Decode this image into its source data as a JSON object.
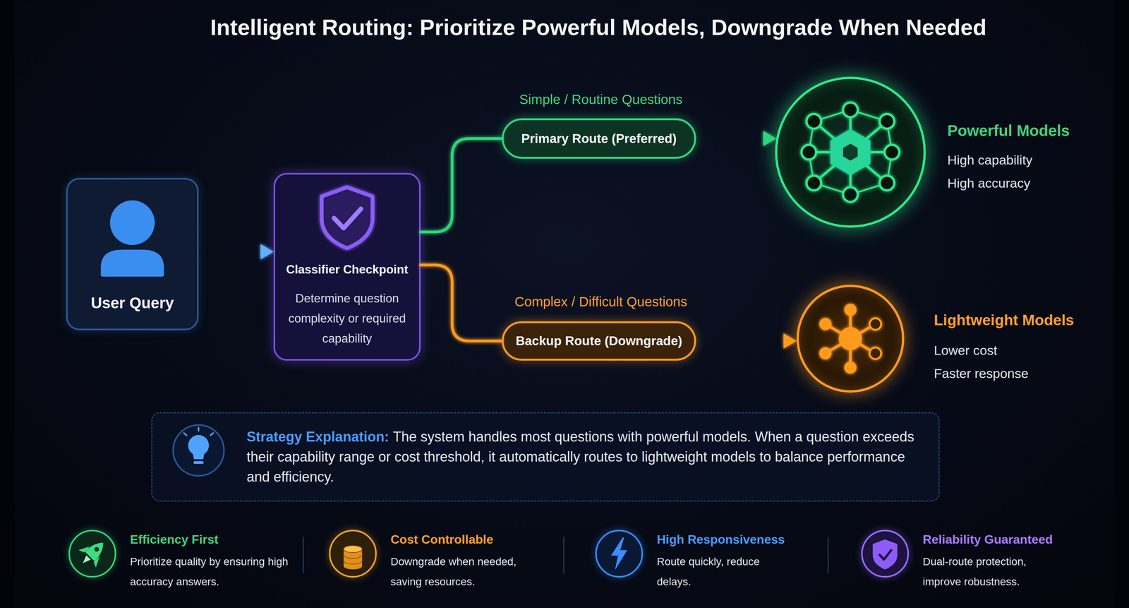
{
  "diagram": {
    "title": "Intelligent Routing: Prioritize Powerful Models, Downgrade When Needed",
    "nodes": [
      {
        "text": [
          "User Query"
        ]
      },
      {
        "text": [
          "Classifier Checkpoint",
          "Determine question complexity or required capability"
        ]
      },
      {
        "text": [
          "Simple / Routine Questions",
          "Primary Route (Preferred)"
        ]
      },
      {
        "text": [
          "Powerful Models",
          "High capability",
          "High accuracy"
        ]
      },
      {
        "text": [
          "Complex / Difficult Questions",
          "Backup Route (Downgrade)"
        ]
      },
      {
        "text": [
          "Lightweight Models",
          "Lower cost",
          "Faster response"
        ]
      },
      {
        "text": [
          "Strategy Explanation:",
          "The system handles most questions with powerful models. When a question exceeds their capability range or cost threshold, it automatically routes to lightweight models to balance performance and efficiency."
        ]
      },
      {
        "text": [
          "Efficiency First",
          "Prioritize quality by ensuring high accuracy answers."
        ]
      },
      {
        "text": [
          "Cost Controllable",
          "Downgrade when needed, saving resources."
        ]
      },
      {
        "text": [
          "High Responsiveness",
          "Route quickly, reduce delays."
        ]
      },
      {
        "text": [
          "Reliability Guaranteed",
          "Dual-route protection, improve robustness."
        ]
      }
    ],
    "edges": [
      {
        "from": 0,
        "to": 1,
        "arrow": "to"
      },
      {
        "from": 1,
        "to": 2,
        "arrow": "none"
      },
      {
        "from": 2,
        "to": 3,
        "arrow": "to"
      },
      {
        "from": 1,
        "to": 4,
        "arrow": "none"
      },
      {
        "from": 4,
        "to": 5,
        "arrow": "to"
      }
    ]
  }
}
